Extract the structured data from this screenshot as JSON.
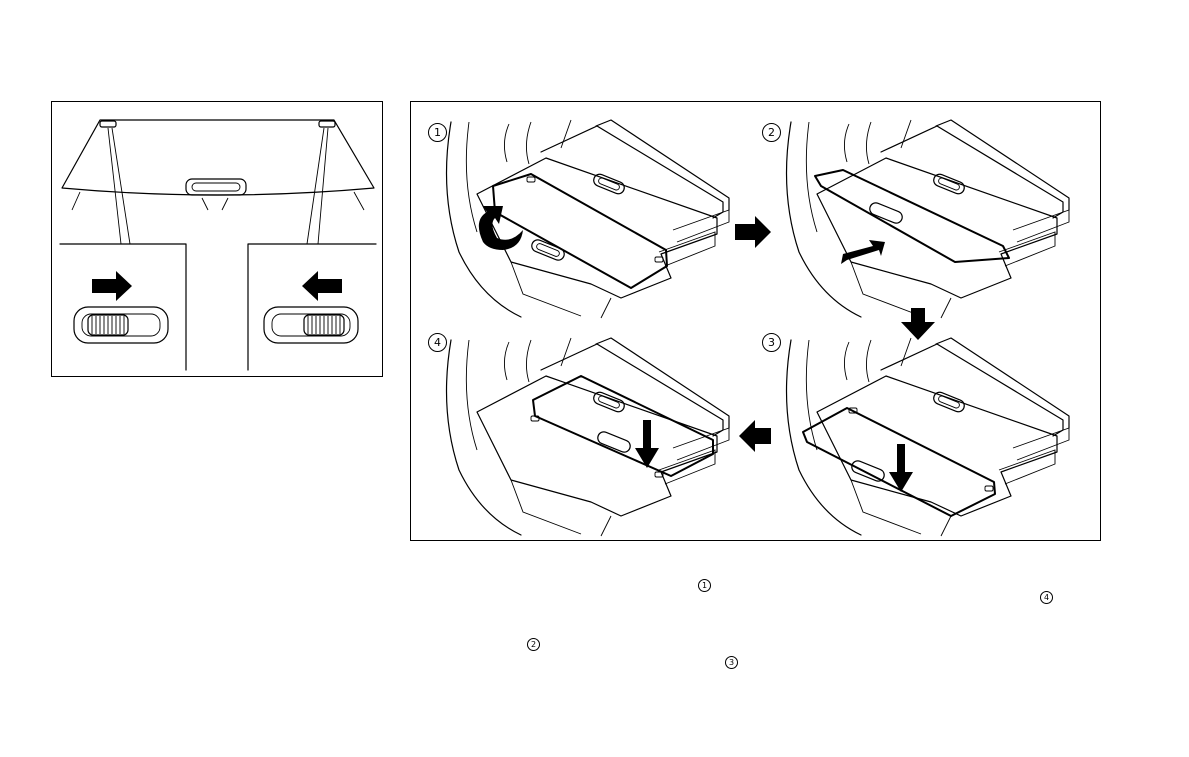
{
  "figure": {
    "steps": [
      {
        "id": "step-1",
        "label": "1"
      },
      {
        "id": "step-2",
        "label": "2"
      },
      {
        "id": "step-3",
        "label": "3"
      },
      {
        "id": "step-4",
        "label": "4"
      }
    ]
  },
  "text_markers": {
    "m1": "1",
    "m2": "2",
    "m3": "3",
    "m4": "4"
  },
  "icons": {
    "arrow": "arrow-icon",
    "curved_arrow": "curved-arrow-icon"
  }
}
